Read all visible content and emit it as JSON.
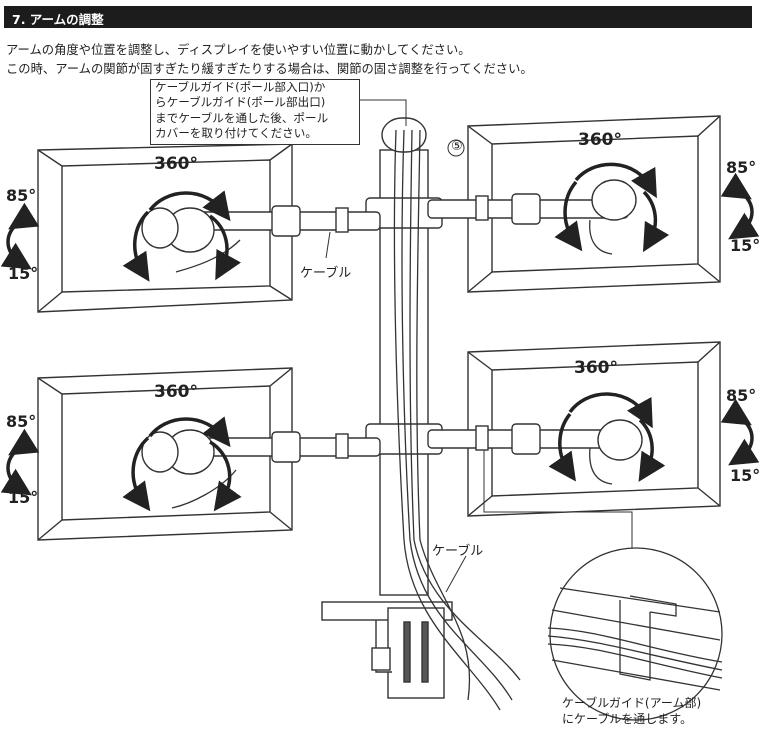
{
  "header": {
    "title": "7. アームの調整"
  },
  "intro": [
    "アームの角度や位置を調整し、ディスプレイを使いやすい位置に動かしてください。",
    "この時、アームの関節が固すぎたり緩すぎたりする場合は、関節の固さ調整を行ってください。"
  ],
  "callout": {
    "lines": [
      "ケーブルガイド(ポール部入口)か",
      "らケーブルガイド(ポール部出口)",
      "までケーブルを通した後、ポール",
      "カバーを取り付けてください。"
    ]
  },
  "step_marker": "⑤",
  "rotation_label": "360°",
  "tilt_top": "85°",
  "tilt_bottom": "15°",
  "cable_label": "ケーブル",
  "arm_guide_caption": [
    "ケーブルガイド(アーム部)",
    "にケーブルを通します。"
  ]
}
